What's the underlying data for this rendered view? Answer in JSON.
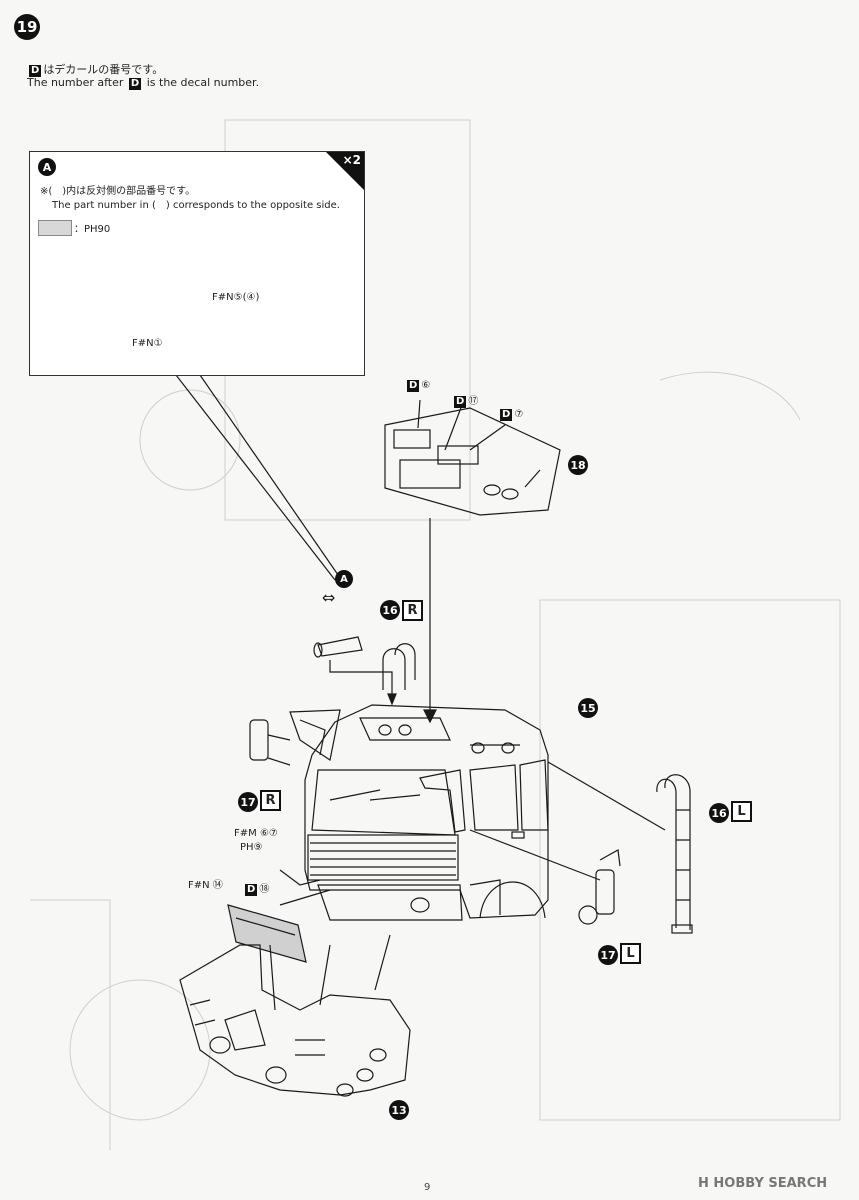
{
  "step": {
    "number": "19"
  },
  "notes": {
    "jp_rest": "はデカールの番号です。",
    "en_pre": "The number after",
    "en_post": "is the decal number.",
    "decal_mark": "D"
  },
  "inset": {
    "letter": "A",
    "multiplier": "×2",
    "note_jp": "※(　)内は反対側の部品番号です。",
    "note_en": "The part number in (　) corresponds to the opposite side.",
    "swatch_label": "：PH90",
    "part_upper": "F#N⑤(④)",
    "part_lower": "F#N①"
  },
  "callouts": {
    "top_decals": {
      "d6": "⑥",
      "d17": "⑰",
      "d7": "⑦"
    },
    "p18": "18",
    "p15": "15",
    "p16": "16",
    "p17": "17",
    "p13": "13",
    "assembly_letter": "A",
    "side_r": "R",
    "side_l": "L",
    "fm67": "F#M ⑥⑦",
    "ph9": "PH⑨",
    "fn14": "F#N ⑭",
    "d18": "⑱"
  },
  "footer": {
    "page": "9",
    "watermark": "H HOBBY SEARCH"
  }
}
